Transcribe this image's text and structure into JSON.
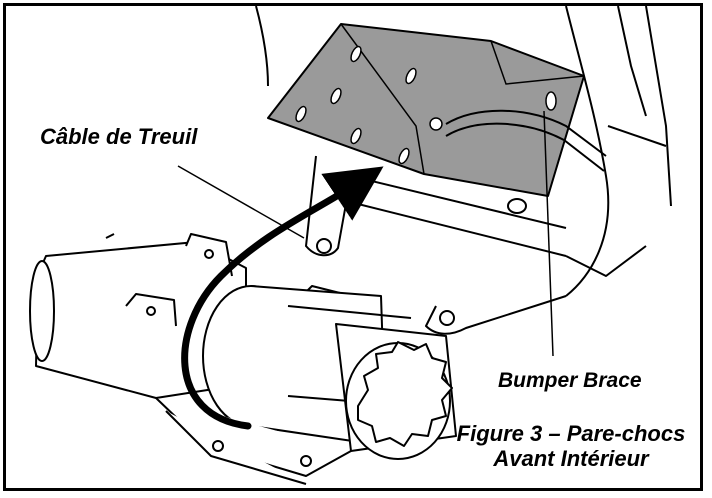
{
  "labels": {
    "cable": "Câble de Treuil",
    "bumper_brace": "Bumper Brace"
  },
  "caption": {
    "line1": "Figure 3 – Pare-chocs",
    "line2": "Avant Intérieur"
  },
  "colors": {
    "ink": "#000000",
    "plate_fill": "#9a9a9a",
    "background": "#ffffff"
  }
}
